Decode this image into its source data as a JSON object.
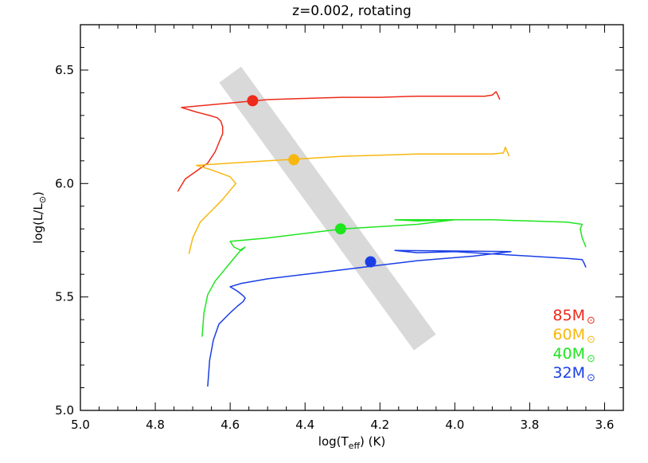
{
  "chart_data": {
    "type": "line",
    "title": "z=0.002, rotating",
    "xlabel": {
      "prefix": "log(T",
      "sub": "eff",
      "suffix": ")  (K)"
    },
    "ylabel": {
      "prefix": "log(L/L",
      "suffix": ")"
    },
    "xlim": [
      5.0,
      3.55
    ],
    "ylim": [
      5.0,
      6.7
    ],
    "x_ticks": [
      "5.0",
      "4.8",
      "4.6",
      "4.4",
      "4.2",
      "4.0",
      "3.8",
      "3.6"
    ],
    "y_ticks": [
      "5.0",
      "5.5",
      "6.0",
      "6.5"
    ],
    "grid": false,
    "legend_position": "bottom-right",
    "band": {
      "color": "#d9d9d9",
      "start": [
        4.6,
        6.48
      ],
      "end": [
        4.08,
        5.3
      ]
    },
    "series": [
      {
        "name": "85M",
        "color": "#ee2a1a",
        "marker": [
          4.54,
          6.365
        ],
        "x": [
          4.74,
          4.72,
          4.69,
          4.66,
          4.64,
          4.63,
          4.62,
          4.62,
          4.625,
          4.635,
          4.655,
          4.69,
          4.73,
          4.6,
          4.5,
          4.4,
          4.3,
          4.2,
          4.1,
          4.0,
          3.95,
          3.92,
          3.9,
          3.89,
          3.885,
          3.88
        ],
        "y": [
          5.965,
          6.02,
          6.055,
          6.09,
          6.14,
          6.18,
          6.22,
          6.25,
          6.275,
          6.29,
          6.3,
          6.315,
          6.335,
          6.355,
          6.37,
          6.375,
          6.38,
          6.38,
          6.385,
          6.385,
          6.385,
          6.385,
          6.39,
          6.405,
          6.39,
          6.37
        ]
      },
      {
        "name": "60M",
        "color": "#f7b70f",
        "marker": [
          4.43,
          6.105
        ],
        "x": [
          4.71,
          4.7,
          4.68,
          4.65,
          4.62,
          4.6,
          4.585,
          4.6,
          4.65,
          4.69,
          4.6,
          4.5,
          4.4,
          4.3,
          4.2,
          4.1,
          4.0,
          3.95,
          3.9,
          3.87,
          3.865,
          3.86,
          3.855
        ],
        "y": [
          5.69,
          5.76,
          5.83,
          5.88,
          5.93,
          5.97,
          6.0,
          6.03,
          6.06,
          6.08,
          6.09,
          6.1,
          6.11,
          6.12,
          6.125,
          6.13,
          6.13,
          6.13,
          6.13,
          6.135,
          6.16,
          6.14,
          6.12
        ]
      },
      {
        "name": "40M",
        "color": "#1fe51f",
        "marker": [
          4.305,
          5.8
        ],
        "x": [
          4.675,
          4.67,
          4.66,
          4.64,
          4.62,
          4.6,
          4.58,
          4.57,
          4.56,
          4.57,
          4.59,
          4.6,
          4.5,
          4.4,
          4.3,
          4.2,
          4.1,
          4.0,
          4.1,
          4.16,
          4.0,
          3.9,
          3.8,
          3.7,
          3.66,
          3.665,
          3.66,
          3.65
        ],
        "y": [
          5.325,
          5.43,
          5.51,
          5.57,
          5.61,
          5.65,
          5.69,
          5.71,
          5.72,
          5.705,
          5.72,
          5.745,
          5.76,
          5.78,
          5.8,
          5.81,
          5.82,
          5.84,
          5.835,
          5.84,
          5.84,
          5.84,
          5.835,
          5.83,
          5.82,
          5.8,
          5.76,
          5.72
        ]
      },
      {
        "name": "32M",
        "color": "#1a3ee6",
        "marker": [
          4.225,
          5.655
        ],
        "x": [
          4.66,
          4.655,
          4.645,
          4.63,
          4.6,
          4.58,
          4.565,
          4.56,
          4.565,
          4.58,
          4.6,
          4.57,
          4.5,
          4.4,
          4.3,
          4.2,
          4.1,
          3.95,
          3.85,
          4.16,
          4.1,
          4.0,
          3.9,
          3.8,
          3.7,
          3.66,
          3.655,
          3.65
        ],
        "y": [
          5.105,
          5.22,
          5.31,
          5.38,
          5.43,
          5.46,
          5.48,
          5.495,
          5.505,
          5.525,
          5.545,
          5.56,
          5.58,
          5.6,
          5.62,
          5.64,
          5.66,
          5.68,
          5.7,
          5.705,
          5.695,
          5.7,
          5.69,
          5.68,
          5.67,
          5.665,
          5.65,
          5.63
        ]
      }
    ]
  }
}
